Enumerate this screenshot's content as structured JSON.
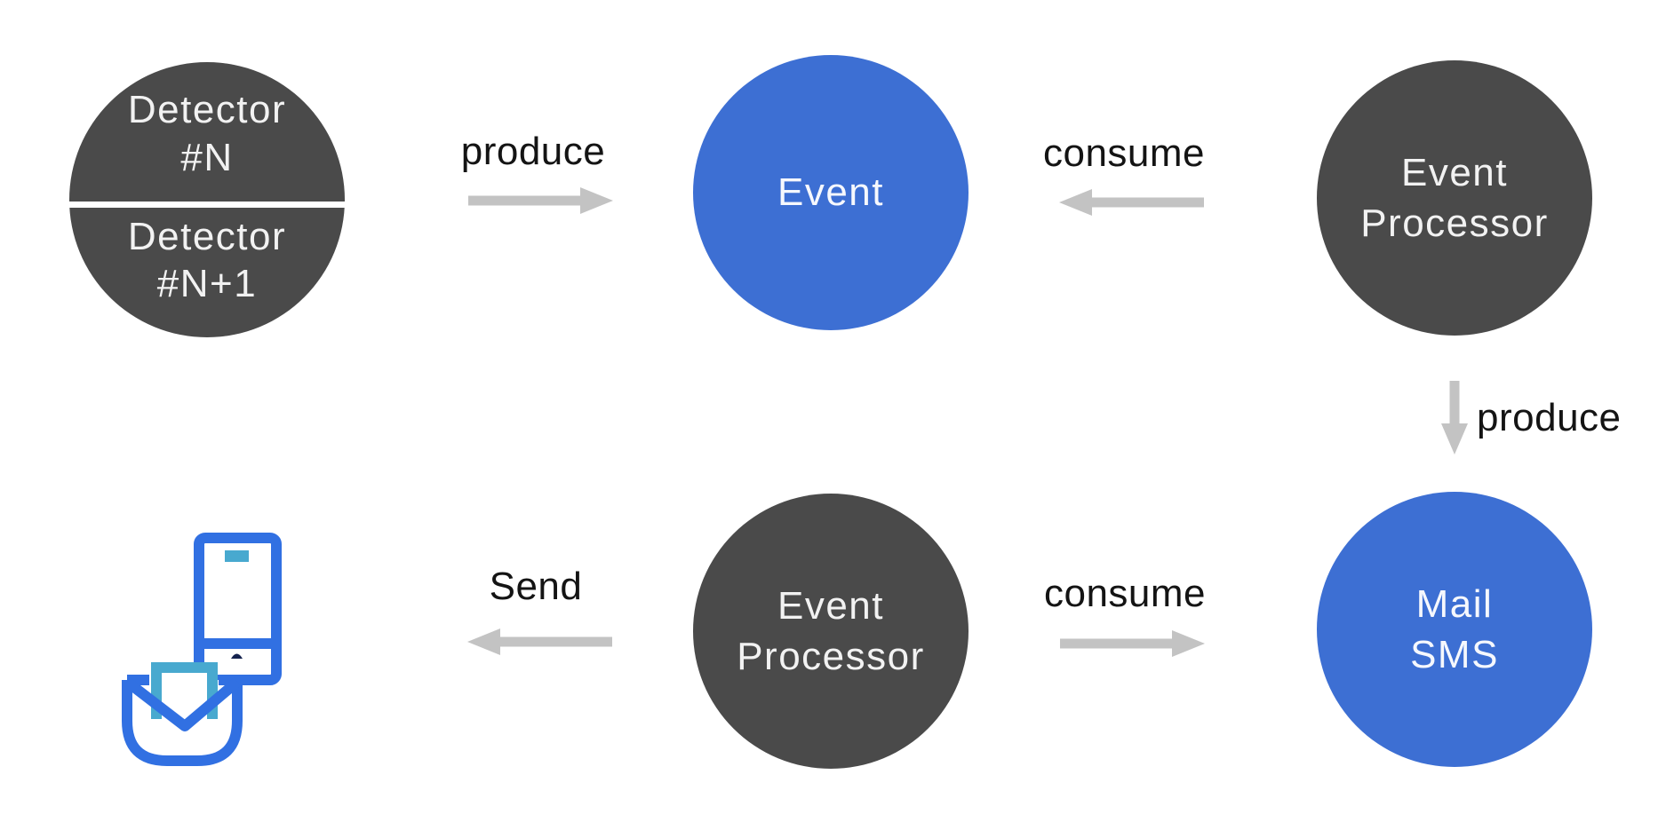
{
  "diagram": {
    "type": "flow-diagram",
    "background": "#ffffff",
    "colors": {
      "node_dark": "#4a4a4a",
      "node_blue": "#3d6fd3",
      "node_text": "#f2f2f2",
      "edge_label_text": "#141414",
      "arrow_gray": "#c3c3c3",
      "icon_blue": "#3170e2",
      "icon_teal": "#48a9cf",
      "icon_navy": "#14224e"
    },
    "nodes": {
      "detector": {
        "shape": "split-circle",
        "color": "dark",
        "top_line1": "Detector",
        "top_line2": "#N",
        "bottom_line1": "Detector",
        "bottom_line2": "#N+1"
      },
      "event": {
        "shape": "circle",
        "color": "blue",
        "label": "Event"
      },
      "event_processor_top": {
        "shape": "circle",
        "color": "dark",
        "line1": "Event",
        "line2": "Processor"
      },
      "mail_sms": {
        "shape": "circle",
        "color": "blue",
        "line1": "Mail",
        "line2": "SMS"
      },
      "event_processor_bottom": {
        "shape": "circle",
        "color": "dark",
        "line1": "Event",
        "line2": "Processor"
      }
    },
    "edges": {
      "produce_top": {
        "label": "produce",
        "direction": "right",
        "from": "detector",
        "to": "event"
      },
      "consume_top": {
        "label": "consume",
        "direction": "left",
        "from": "event_processor_top",
        "to": "event"
      },
      "produce_right": {
        "label": "produce",
        "direction": "down",
        "from": "event_processor_top",
        "to": "mail_sms"
      },
      "consume_bottom": {
        "label": "consume",
        "direction": "right",
        "from": "event_processor_bottom",
        "to": "mail_sms"
      },
      "send": {
        "label": "Send",
        "direction": "left",
        "from": "event_processor_bottom",
        "to": "phone_and_mail_icon"
      }
    },
    "icons": {
      "notification": "phone-and-mail-icon"
    }
  }
}
